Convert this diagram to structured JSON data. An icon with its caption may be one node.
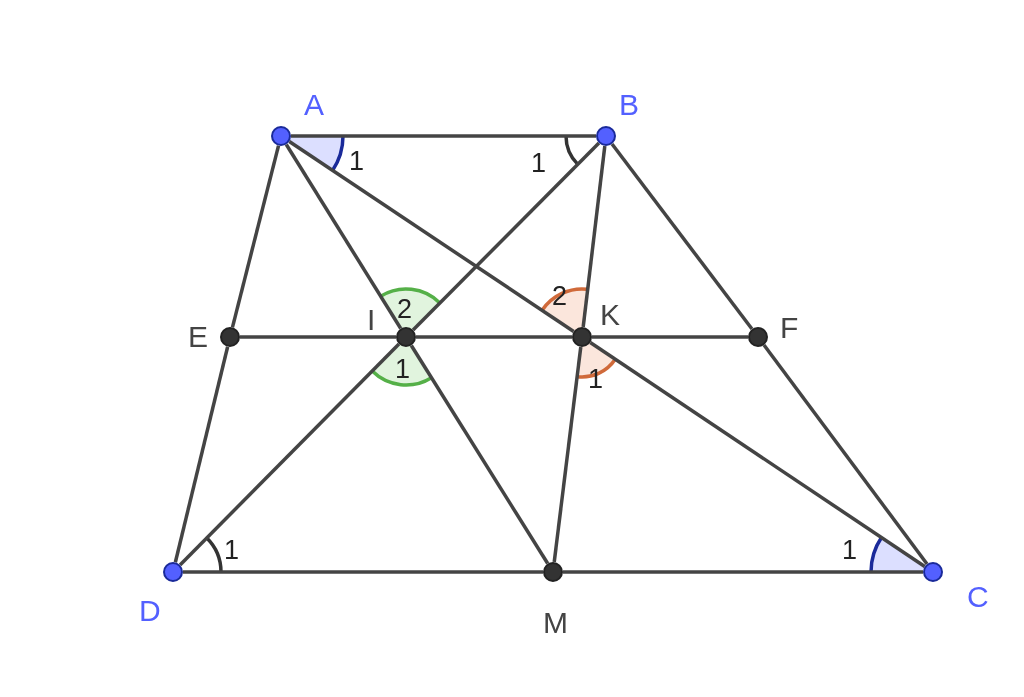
{
  "diagram": {
    "nodes": [
      {
        "text": [
          "A"
        ]
      },
      {
        "text": [
          "B"
        ]
      },
      {
        "text": [
          "C"
        ]
      },
      {
        "text": [
          "D"
        ]
      },
      {
        "text": [
          "E"
        ]
      },
      {
        "text": [
          "I"
        ]
      },
      {
        "text": [
          "K"
        ]
      },
      {
        "text": [
          "F"
        ]
      },
      {
        "text": [
          "M"
        ]
      }
    ],
    "edges": [
      {
        "from": 0,
        "to": 1,
        "arrow": "none"
      },
      {
        "from": 1,
        "to": 7,
        "arrow": "none"
      },
      {
        "from": 7,
        "to": 2,
        "arrow": "none"
      },
      {
        "from": 0,
        "to": 4,
        "arrow": "none"
      },
      {
        "from": 4,
        "to": 3,
        "arrow": "none"
      },
      {
        "from": 4,
        "to": 5,
        "arrow": "none"
      },
      {
        "from": 5,
        "to": 6,
        "arrow": "none"
      },
      {
        "from": 6,
        "to": 7,
        "arrow": "none"
      },
      {
        "from": 0,
        "to": 5,
        "arrow": "none"
      },
      {
        "from": 5,
        "to": 8,
        "arrow": "none"
      },
      {
        "from": 1,
        "to": 6,
        "arrow": "none"
      },
      {
        "from": 6,
        "to": 8,
        "arrow": "none"
      },
      {
        "from": 0,
        "to": 6,
        "arrow": "none"
      },
      {
        "from": 6,
        "to": 2,
        "arrow": "none"
      },
      {
        "from": 1,
        "to": 5,
        "arrow": "none"
      },
      {
        "from": 5,
        "to": 3,
        "arrow": "none"
      },
      {
        "from": 3,
        "to": 8,
        "arrow": "none"
      },
      {
        "from": 8,
        "to": 2,
        "arrow": "none"
      }
    ],
    "labels": [
      "1",
      "1",
      "2",
      "2",
      "1",
      "1",
      "1",
      "1"
    ]
  }
}
